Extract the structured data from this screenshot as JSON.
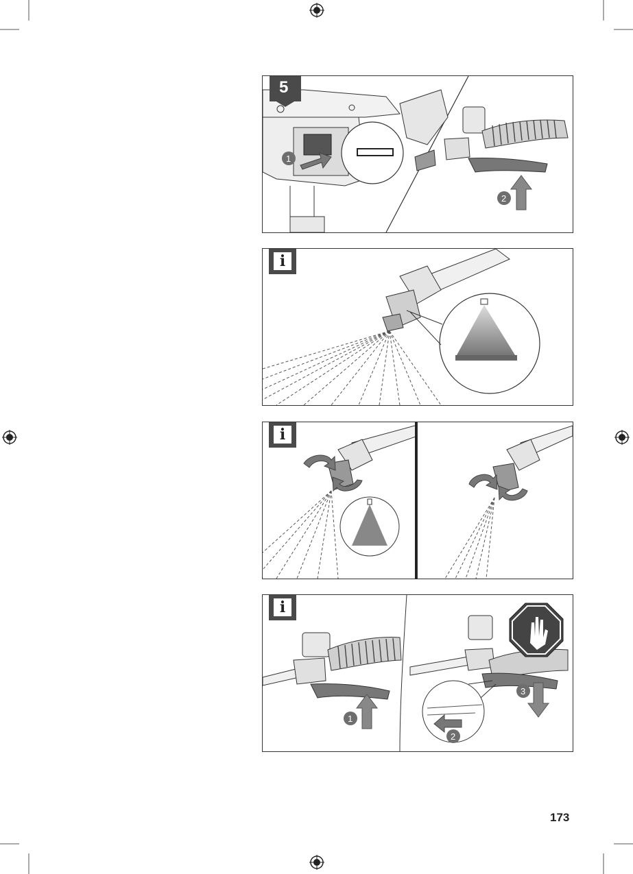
{
  "step_badge": "5",
  "info_badge": "i",
  "page_number": "173",
  "callouts": {
    "panel1": [
      "1",
      "2"
    ],
    "panel4": [
      "1",
      "2",
      "3"
    ]
  },
  "icons": [
    "registration-mark-icon",
    "info-icon",
    "stop-hand-icon",
    "rotate-arrow-icon",
    "push-arrow-icon"
  ]
}
